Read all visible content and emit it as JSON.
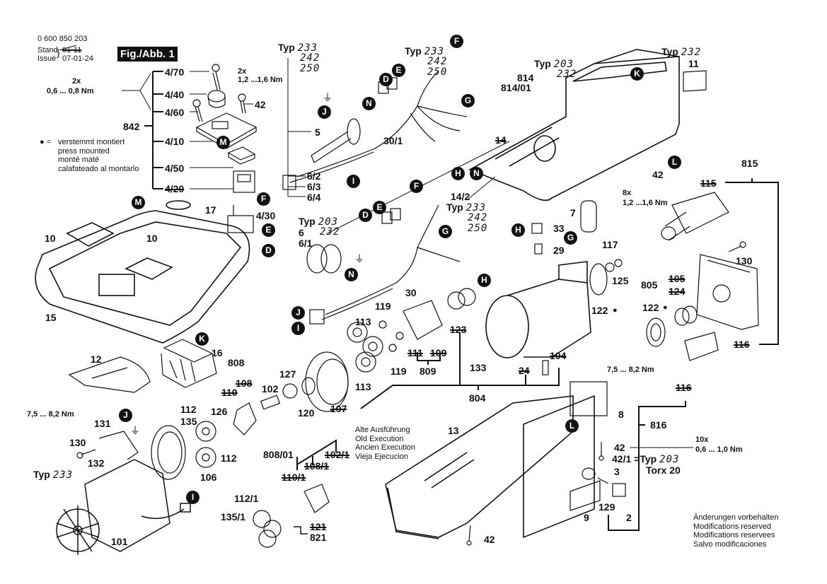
{
  "header": {
    "doc_number": "0 600 850 203",
    "stand_label": "Stand",
    "issue_label": "Issue",
    "old_date": "01-11",
    "issue_date": "07-01-24",
    "figure_title": "Fig./Abb. 1"
  },
  "legend": {
    "dot_symbol": "● =",
    "lines": [
      "verstemmt montiert",
      "press mounted",
      "monté maté",
      "calafateado al montarlo"
    ]
  },
  "old_execution": {
    "lines": [
      "Alte Ausführung",
      "Old Execution",
      "Ancien Execution",
      "Vieja Ejecucion"
    ]
  },
  "modifications": {
    "lines": [
      "Änderungen vorbehalten",
      "Modifications reserved",
      "Modifications reservees",
      "Salvo modificaciones"
    ]
  },
  "torque": {
    "t1_qty": "2x",
    "t1_value": "0,6 ... 0,8 Nm",
    "t2_qty": "2x",
    "t2_value": "1,2 ...1,6 Nm",
    "t3_qty": "8x",
    "t3_value": "1,2 ...1,6 Nm",
    "t4_value": "7,5 ... 8,2 Nm",
    "t5_value": "7,5 ... 8,2 Nm",
    "t6_qty": "10x",
    "t6_value": "0,6 ... 1,0 Nm"
  },
  "typ": {
    "word": "Typ",
    "a": [
      "233",
      "242",
      "250"
    ],
    "b": [
      "233",
      "242",
      "250"
    ],
    "c": [
      "203",
      "232"
    ],
    "d": [
      "232"
    ],
    "e": [
      "203",
      "232"
    ],
    "f": [
      "233",
      "242",
      "250"
    ],
    "g": [
      "233"
    ],
    "h": "=Typ",
    "h_num": "203",
    "torx": "Torx 20"
  },
  "parts": {
    "p4_70": "4/70",
    "p4_40": "4/40",
    "p4_60": "4/60",
    "p842": "842",
    "p4_10": "4/10",
    "p4_50": "4/50",
    "p4_20": "4/20",
    "p4_30": "4/30",
    "p42a": "42",
    "p17": "17",
    "p10a": "10",
    "p10b": "10",
    "p15": "15",
    "p12": "12",
    "p16": "16",
    "p5": "5",
    "p6_2": "6/2",
    "p6_3": "6/3",
    "p6_4": "6/4",
    "p30_1": "30/1",
    "p6": "6",
    "p6_1": "6/1",
    "p30": "30",
    "p814": "814",
    "p814_01": "814/01",
    "p11": "11",
    "p14": "14",
    "p14_2": "14/2",
    "p42b": "42",
    "p815": "815",
    "p115": "115",
    "p7": "7",
    "p33": "33",
    "p29": "29",
    "p117": "117",
    "p125": "125",
    "p130a": "130",
    "p805": "805",
    "p105": "105",
    "p124": "124",
    "p122a": "122",
    "p122b": "122",
    "p116a": "116",
    "p116b": "116",
    "p119a": "119",
    "p119b": "119",
    "p113a": "113",
    "p113b": "113",
    "p123": "123",
    "p111": "111",
    "p109": "109",
    "p809": "809",
    "p133": "133",
    "p104": "104",
    "p24": "24",
    "p804": "804",
    "p808": "808",
    "p108": "108",
    "p110": "110",
    "p127": "127",
    "p102": "102",
    "p120": "120",
    "p107": "107",
    "p112a": "112",
    "p126": "126",
    "p135": "135",
    "p112b": "112",
    "p106": "106",
    "p130b": "130",
    "p131": "131",
    "p132": "132",
    "p101": "101",
    "p808_01": "808/01",
    "p108_1": "108/1",
    "p102_1": "102/1",
    "p110_1": "110/1",
    "p112_1": "112/1",
    "p135_1": "135/1",
    "p121": "121",
    "p821": "821",
    "p13": "13",
    "p42c": "42",
    "p8": "8",
    "p816": "816",
    "p42d": "42",
    "p42_1": "42/1",
    "p3": "3",
    "p129": "129",
    "p2": "2",
    "p9": "9"
  },
  "badges": {
    "D": "D",
    "E": "E",
    "F": "F",
    "G": "G",
    "H": "H",
    "I": "I",
    "J": "J",
    "K": "K",
    "L": "L",
    "M": "M",
    "N": "N"
  }
}
